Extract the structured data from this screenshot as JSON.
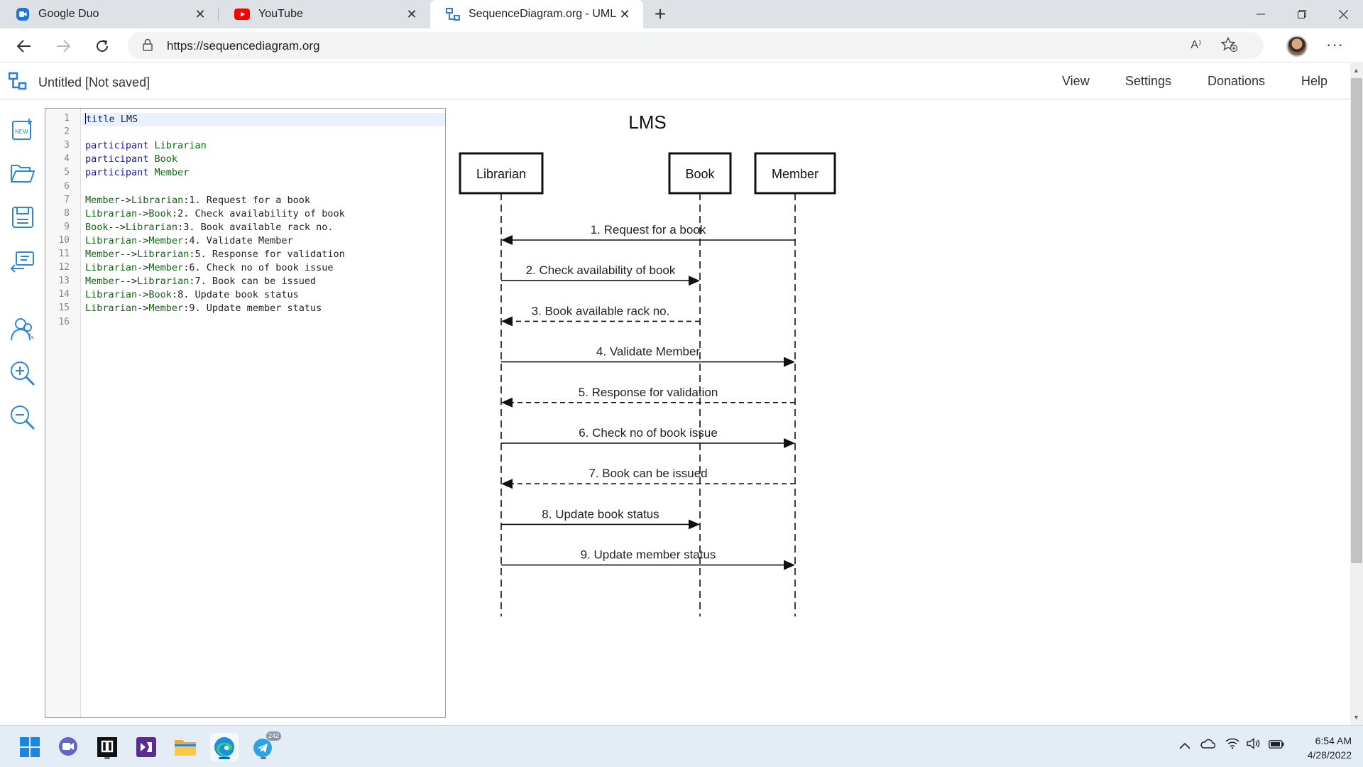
{
  "browser": {
    "tabs": [
      {
        "title": "Google Duo",
        "icon": "google-duo-icon"
      },
      {
        "title": "YouTube",
        "icon": "youtube-icon"
      },
      {
        "title": "SequenceDiagram.org - UML Se",
        "icon": "sequencediagram-icon"
      }
    ],
    "url": "https://sequencediagram.org",
    "read_aloud": "A⁾"
  },
  "app": {
    "doc_title": "Untitled [Not saved]",
    "menu": [
      "View",
      "Settings",
      "Donations",
      "Help"
    ]
  },
  "editor": {
    "lines": [
      "title LMS",
      "",
      "participant Librarian",
      "participant Book",
      "participant Member",
      "",
      "Member->Librarian:1. Request for a book",
      "Librarian->Book:2. Check availability of book",
      "Book-->Librarian:3. Book available rack no.",
      "Librarian->Member:4. Validate Member",
      "Member-->Librarian:5. Response for validation",
      "Librarian->Member:6. Check no of book issue",
      "Member-->Librarian:7. Book can be issued",
      "Librarian->Book:8. Update book status",
      "Librarian->Member:9. Update member status",
      ""
    ]
  },
  "diagram": {
    "title": "LMS",
    "participants": [
      "Librarian",
      "Book",
      "Member"
    ],
    "messages": [
      {
        "from": "Member",
        "to": "Librarian",
        "label": "1. Request for a book",
        "dashed": false
      },
      {
        "from": "Librarian",
        "to": "Book",
        "label": "2. Check availability of book",
        "dashed": false
      },
      {
        "from": "Book",
        "to": "Librarian",
        "label": "3. Book available rack no.",
        "dashed": true
      },
      {
        "from": "Librarian",
        "to": "Member",
        "label": "4. Validate Member",
        "dashed": false
      },
      {
        "from": "Member",
        "to": "Librarian",
        "label": "5. Response for validation",
        "dashed": true
      },
      {
        "from": "Librarian",
        "to": "Member",
        "label": "6. Check no of book issue",
        "dashed": false
      },
      {
        "from": "Member",
        "to": "Librarian",
        "label": "7. Book can be issued",
        "dashed": true
      },
      {
        "from": "Librarian",
        "to": "Book",
        "label": "8. Update book status",
        "dashed": false
      },
      {
        "from": "Librarian",
        "to": "Member",
        "label": "9. Update member status",
        "dashed": false
      }
    ]
  },
  "taskbar": {
    "telegram_badge": "242",
    "time": "6:54 AM",
    "date": "4/28/2022"
  },
  "colors": {
    "keyword": "#1a1aa6",
    "name": "#116611",
    "accent": "#0067c0"
  }
}
